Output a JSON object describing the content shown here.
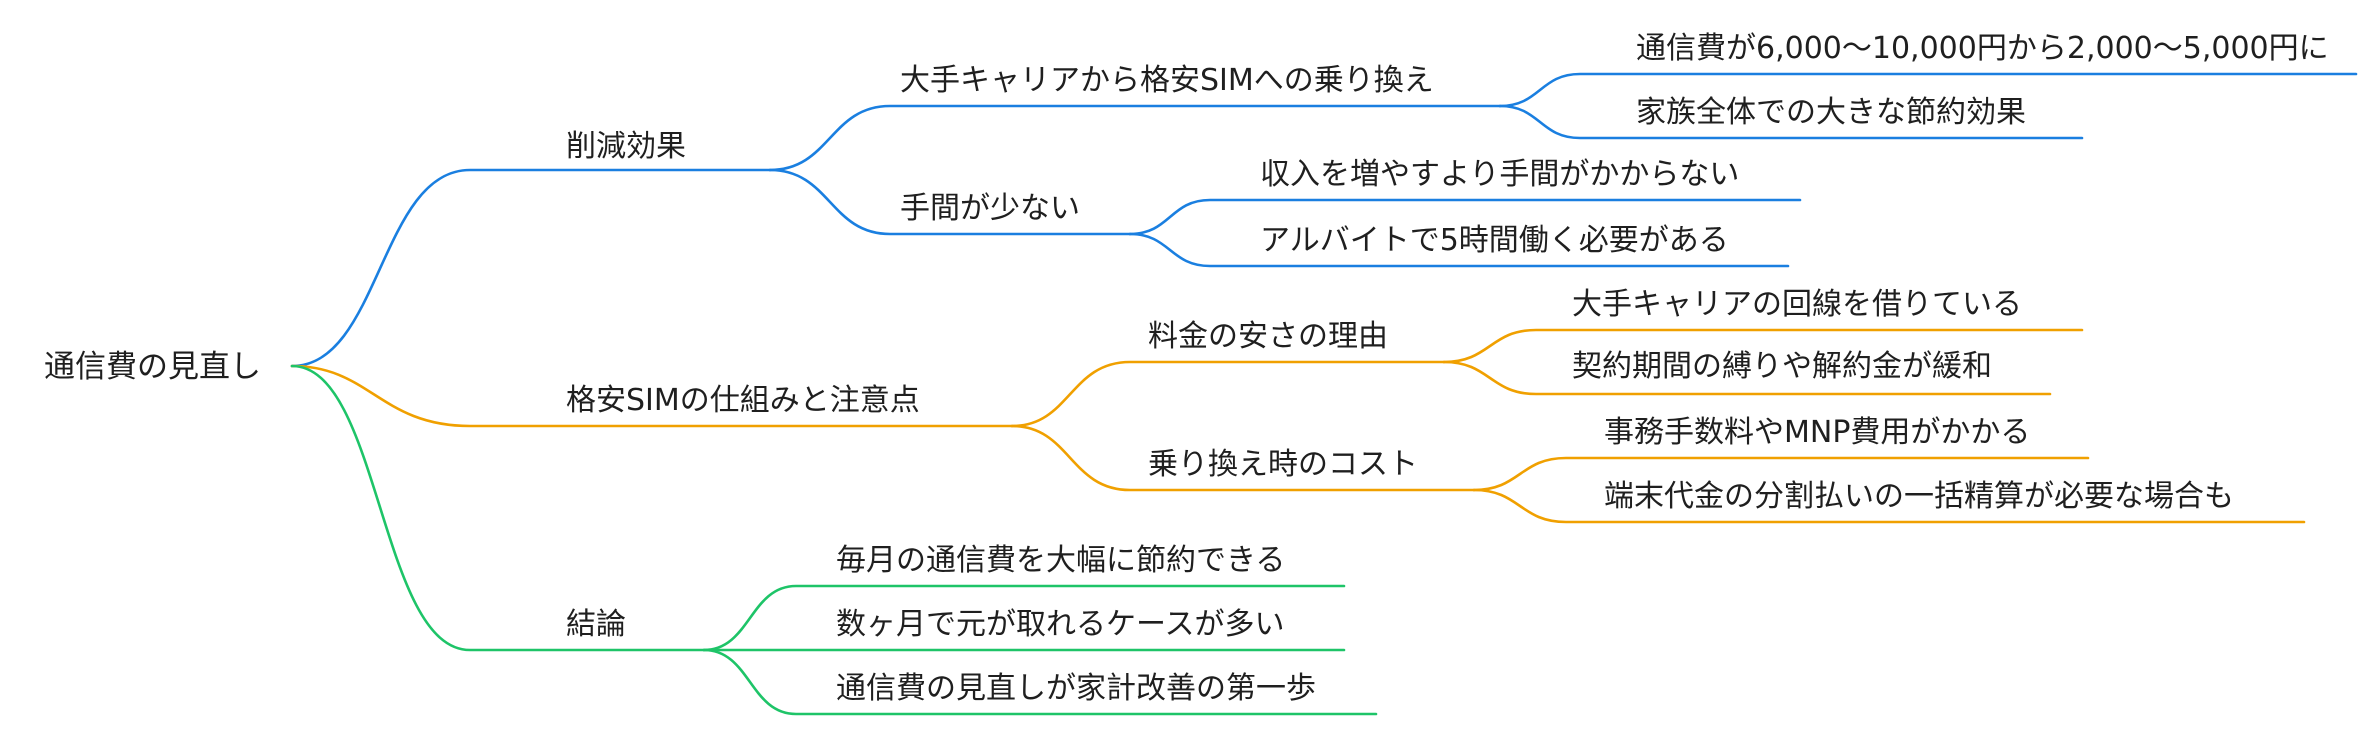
{
  "colors": {
    "blue": "#1a7fe0",
    "orange": "#f0a000",
    "green": "#1ec468",
    "text": "#1f1f1f"
  },
  "root": {
    "label": "通信費の見直し"
  },
  "branches": [
    {
      "label": "削減効果",
      "color": "#1a7fe0",
      "children": [
        {
          "label": "大手キャリアから格安SIMへの乗り換え",
          "children": [
            {
              "label": "通信費が6,000〜10,000円から2,000〜5,000円に"
            },
            {
              "label": "家族全体での大きな節約効果"
            }
          ]
        },
        {
          "label": "手間が少ない",
          "children": [
            {
              "label": "収入を増やすより手間がかからない"
            },
            {
              "label": "アルバイトで5時間働く必要がある"
            }
          ]
        }
      ]
    },
    {
      "label": "格安SIMの仕組みと注意点",
      "color": "#f0a000",
      "children": [
        {
          "label": "料金の安さの理由",
          "children": [
            {
              "label": "大手キャリアの回線を借りている"
            },
            {
              "label": "契約期間の縛りや解約金が緩和"
            }
          ]
        },
        {
          "label": "乗り換え時のコスト",
          "children": [
            {
              "label": "事務手数料やMNP費用がかかる"
            },
            {
              "label": "端末代金の分割払いの一括精算が必要な場合も"
            }
          ]
        }
      ]
    },
    {
      "label": "結論",
      "color": "#1ec468",
      "children": [
        {
          "label": "毎月の通信費を大幅に節約できる"
        },
        {
          "label": "数ヶ月で元が取れるケースが多い"
        },
        {
          "label": "通信費の見直しが家計改善の第一歩"
        }
      ]
    }
  ]
}
